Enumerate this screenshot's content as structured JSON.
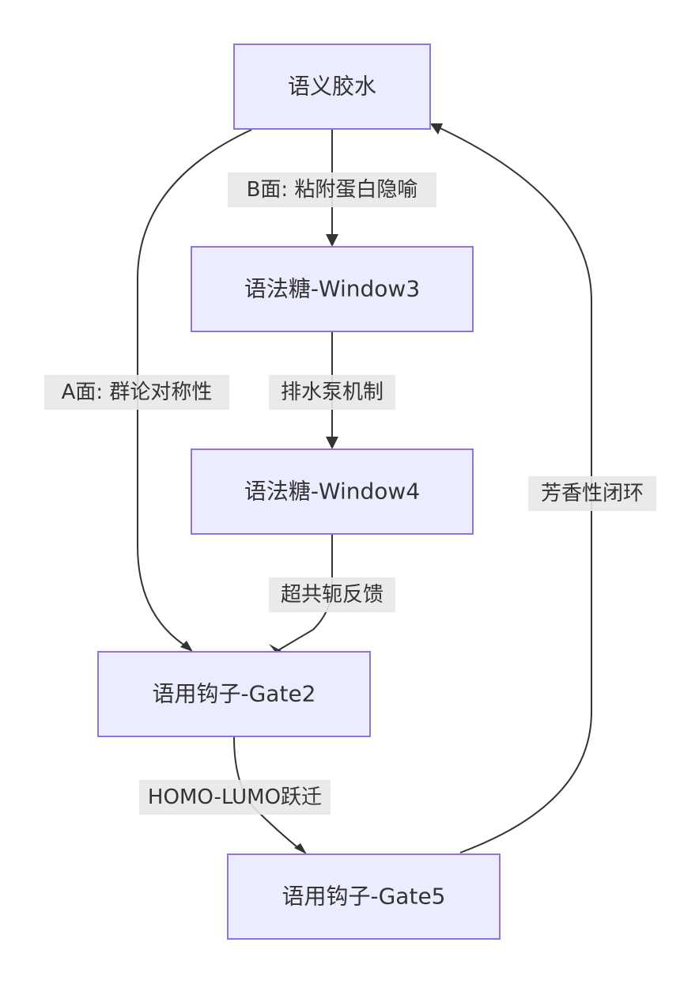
{
  "diagram": {
    "type": "flowchart",
    "colors": {
      "node_fill": "#ECECFF",
      "node_stroke": "#9370DB",
      "edge": "#333333",
      "label_bg": "#E8E8E8",
      "text": "#333333"
    },
    "nodes": {
      "n1": "语义胶水",
      "n2": "语法糖-Window3",
      "n3": "语法糖-Window4",
      "n4": "语用钩子-Gate2",
      "n5": "语用钩子-Gate5"
    },
    "edges": [
      {
        "from": "n1",
        "to": "n2",
        "label": "B面: 粘附蛋白隐喻"
      },
      {
        "from": "n1",
        "to": "n4",
        "label": "A面: 群论对称性"
      },
      {
        "from": "n2",
        "to": "n3",
        "label": "排水泵机制"
      },
      {
        "from": "n3",
        "to": "n4",
        "label": "超共轭反馈"
      },
      {
        "from": "n4",
        "to": "n5",
        "label": "HOMO-LUMO跃迁"
      },
      {
        "from": "n5",
        "to": "n1",
        "label": "芳香性闭环"
      }
    ]
  }
}
